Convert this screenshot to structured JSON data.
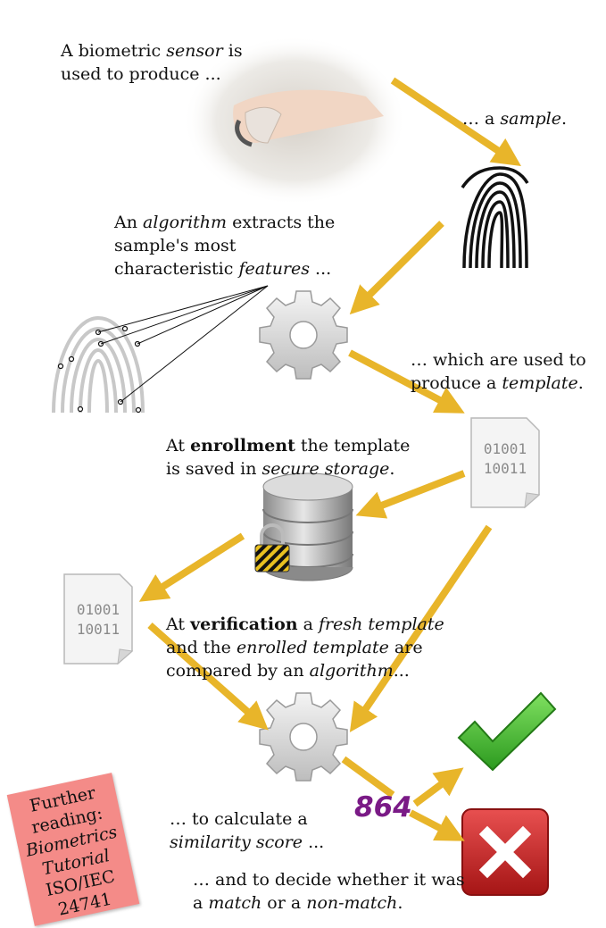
{
  "steps": {
    "sensor": {
      "pre": "A biometric ",
      "em": "sensor",
      "post": " is used to produce ..."
    },
    "sample": {
      "pre": "… a ",
      "em": "sample",
      "post": "."
    },
    "extract": {
      "pre": "An ",
      "em1": "algorithm",
      "mid": " extracts the sample's most characteristic ",
      "em2": "features",
      "post": " ..."
    },
    "template": {
      "pre": "… which are used to produce a ",
      "em": "template",
      "post": "."
    },
    "enroll": {
      "pre": "At ",
      "strong": "enrollment",
      "mid": " the template is saved in ",
      "em": "secure storage",
      "post": "."
    },
    "verify": {
      "pre": "At ",
      "strong": "verification",
      "mid1": " a ",
      "em1": "fresh template",
      "mid2": " and the ",
      "em2": "enrolled template",
      "mid3": " are compared by an ",
      "em3": "algorithm",
      "post": "..."
    },
    "score": {
      "pre": "… to calculate a ",
      "em": "similarity score",
      "post": " ..."
    },
    "decide": {
      "pre": "… and to decide whether it was a ",
      "em1": "match",
      "mid": " or a ",
      "em2": "non-match",
      "post": "."
    }
  },
  "score_value": "864",
  "template_bits": {
    "line1": "01001",
    "line2": "10011"
  },
  "further_reading": {
    "line1": "Further",
    "line2": "reading:",
    "line3": "Biometrics",
    "line4": "Tutorial",
    "line5": "ISO/IEC",
    "line6": "24741"
  },
  "colors": {
    "arrow": "#e8b52a",
    "note": "#f48b88",
    "score": "#7a1a86",
    "check": "#3aa52a",
    "cross": "#cc2222"
  },
  "icons": [
    "finger-on-sensor-image",
    "fingerprint-sample-image",
    "fingerprint-minutiae-image",
    "gear-icon",
    "template-document-icon",
    "database-lock-icon",
    "checkmark-icon",
    "cross-icon"
  ]
}
